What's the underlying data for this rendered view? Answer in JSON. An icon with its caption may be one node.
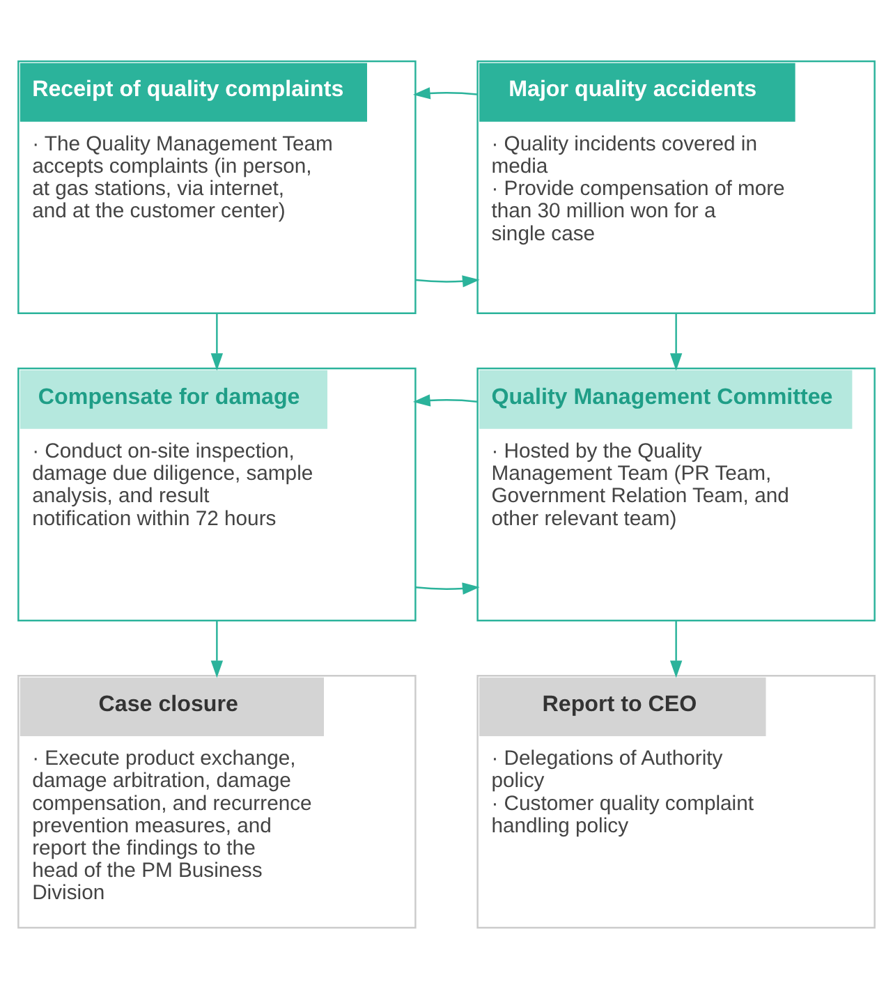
{
  "diagram": {
    "nodes": [
      {
        "text": [
          "Receipt of quality complaints",
          "· The Quality Management Team accepts complaints (in person, at gas stations, via internet, and at the customer center)"
        ]
      },
      {
        "text": [
          "Major quality accidents",
          "· Quality incidents covered in media",
          "· Provide compensation of more than 30 million won for a single case"
        ]
      },
      {
        "text": [
          "Compensate for damage",
          "· Conduct on-site inspection, damage due diligence, sample analysis, and result notification within 72 hours"
        ]
      },
      {
        "text": [
          "Quality Management Committee",
          "· Hosted by the Quality Management Team (PR Team, Government Relation Team, and other relevant team)"
        ]
      },
      {
        "text": [
          "Case closure",
          "· Execute product exchange, damage arbitration, damage compensation, and recurrence prevention measures, and report the findings to the head of the PM Business Division"
        ]
      },
      {
        "text": [
          "Report to CEO",
          "· Delegations of Authority policy",
          "· Customer quality complaint handling policy"
        ]
      }
    ],
    "edges": [
      {
        "from": 0,
        "to": 1,
        "arrow": "to"
      },
      {
        "from": 1,
        "to": 0,
        "arrow": "to"
      },
      {
        "from": 0,
        "to": 2,
        "arrow": "to"
      },
      {
        "from": 1,
        "to": 3,
        "arrow": "to"
      },
      {
        "from": 2,
        "to": 3,
        "arrow": "to"
      },
      {
        "from": 3,
        "to": 2,
        "arrow": "to"
      },
      {
        "from": 2,
        "to": 4,
        "arrow": "to"
      },
      {
        "from": 3,
        "to": 5,
        "arrow": "to"
      }
    ]
  }
}
